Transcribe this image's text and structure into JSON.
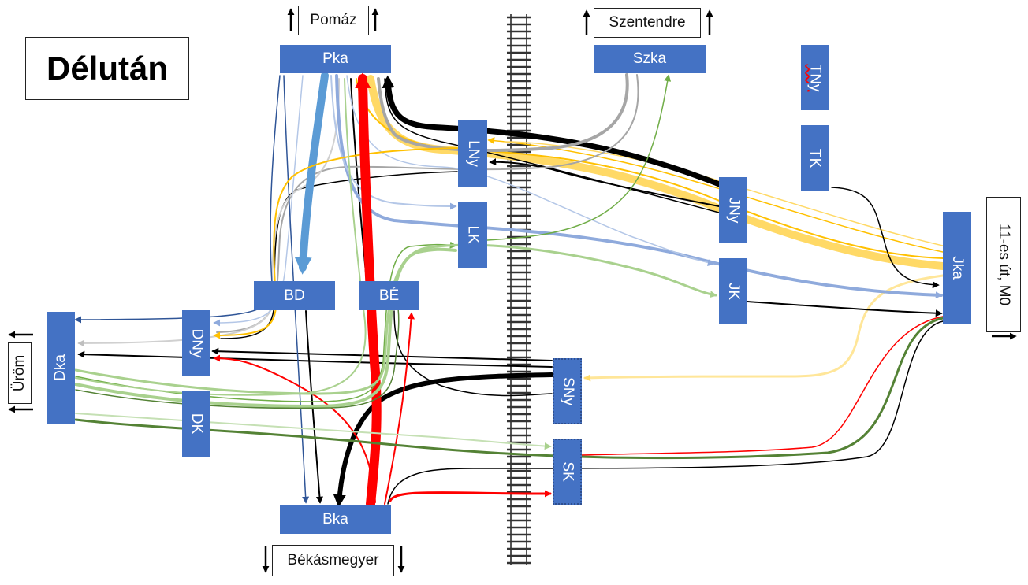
{
  "title": "Délután",
  "directions": {
    "north_left": "Pomáz",
    "north_right": "Szentendre",
    "east": "11-es út, M0",
    "west": "Üröm",
    "south": "Békásmegyer"
  },
  "nodes": {
    "pka": "Pka",
    "szka": "Szka",
    "tny": "TNy",
    "tk": "TK",
    "lny": "LNy",
    "lk": "LK",
    "jny": "JNy",
    "jk": "JK",
    "jka": "Jka",
    "bd": "BD",
    "be": "BÉ",
    "dka": "Dka",
    "dny": "DNy",
    "dk": "DK",
    "sny": "SNy",
    "sk": "SK",
    "bka": "Bka"
  },
  "colors": {
    "node_fill": "#4472C4",
    "flow_red": "#FF0000",
    "flow_black": "#000000",
    "flow_blue": "#5B9BD5",
    "flow_light_blue": "#B4C7E7",
    "flow_periwinkle": "#8FAADC",
    "flow_dark_blue": "#2F5597",
    "flow_yellow": "#FFD966",
    "flow_orange": "#FFC000",
    "flow_grey": "#A6A6A6",
    "flow_green": "#548235",
    "flow_light_green": "#A9D18E",
    "flow_mid_green": "#70AD47"
  },
  "icons": {
    "direction_arrow": "arrow-icon",
    "railway": "railway-track-icon"
  }
}
